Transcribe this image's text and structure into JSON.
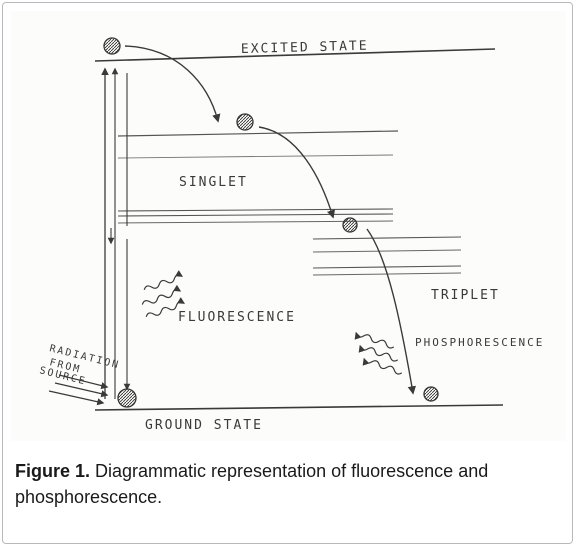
{
  "diagram": {
    "labels": {
      "excited_state": "EXCITED STATE",
      "singlet": "SINGLET",
      "triplet": "TRIPLET",
      "fluorescence": "FLUORESCENCE",
      "phosphorescence": "PHOSPHORESCENCE",
      "ground_state": "GROUND STATE",
      "radiation_line1": "RADIATION",
      "radiation_line2": "FROM",
      "radiation_line3": "SOURCE"
    },
    "colors": {
      "ink": "#3a3a3a",
      "paper": "#fcfcfa"
    }
  },
  "caption": {
    "label": "Figure 1.",
    "text": " Diagrammatic representation of fluorescence and phosphorescence."
  }
}
